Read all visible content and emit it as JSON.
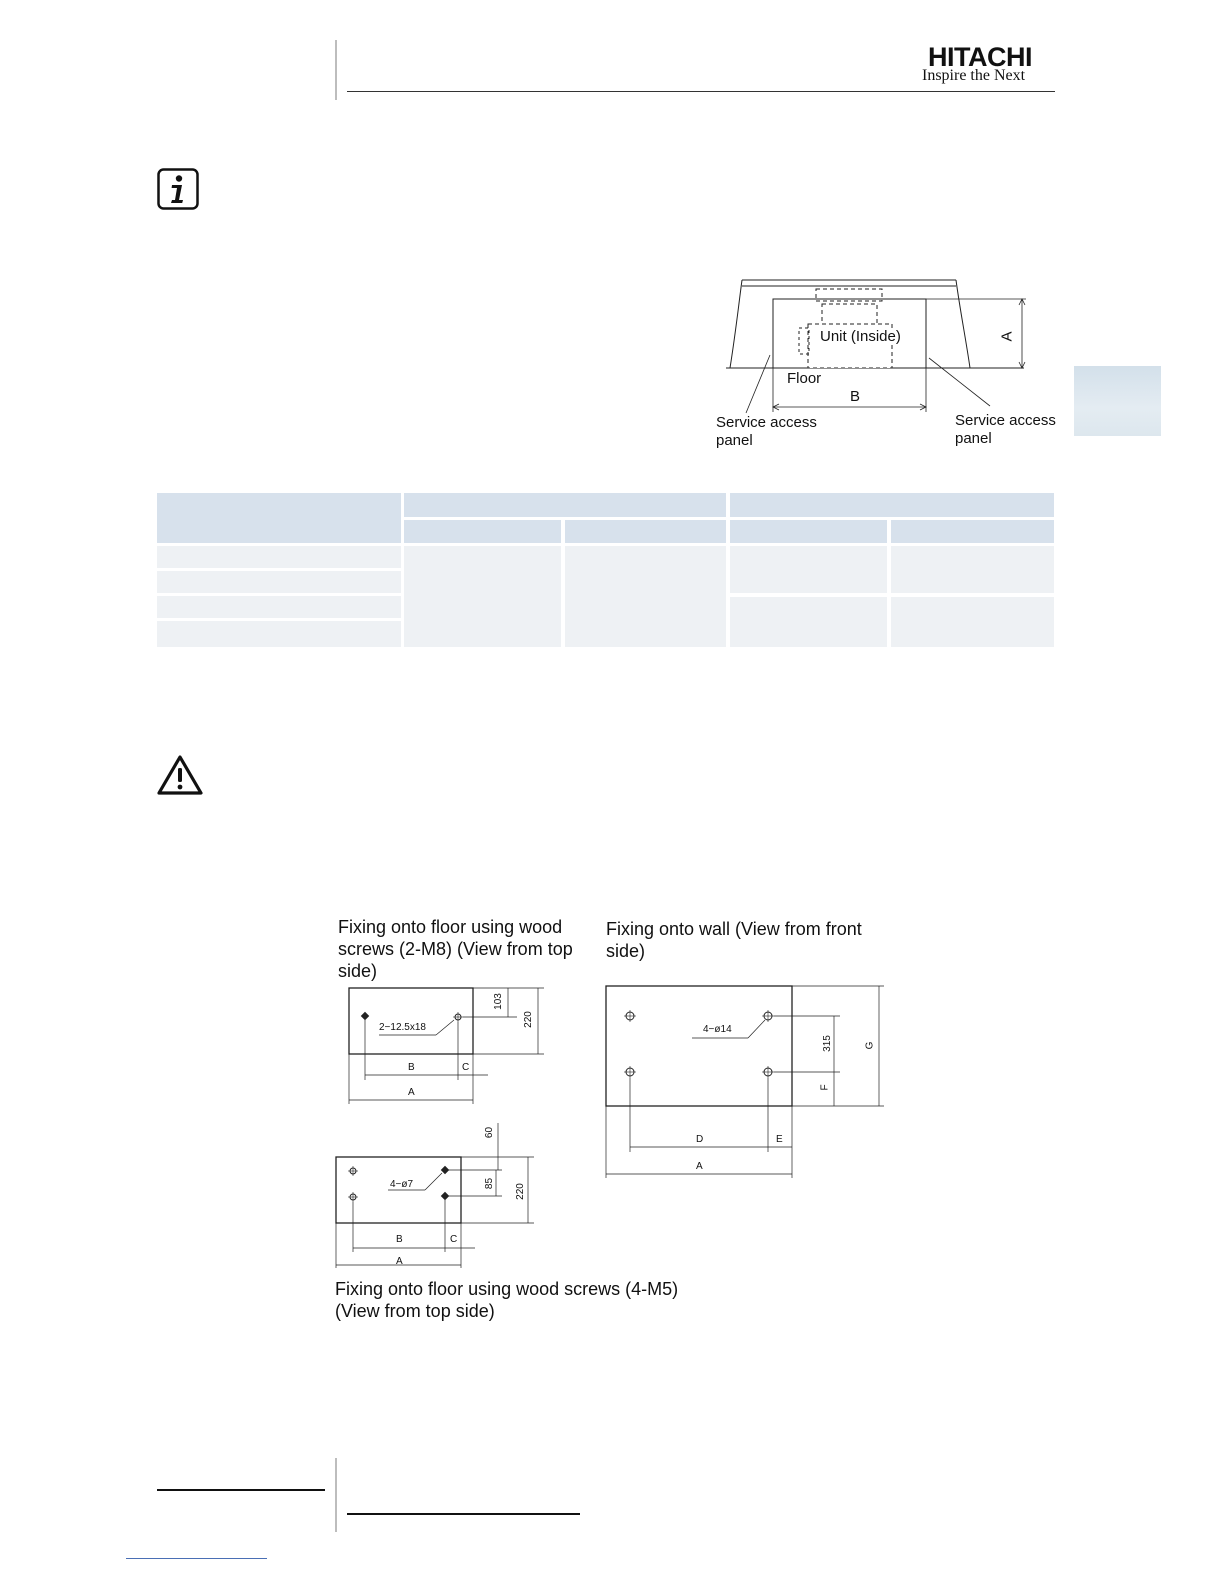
{
  "header": {
    "brand": "HITACHI",
    "tagline": "Inspire the Next"
  },
  "service_diagram": {
    "unit_label": "Unit (Inside)",
    "floor_label": "Floor",
    "dim_a": "A",
    "dim_b": "B",
    "service_panel_left": "Service access panel",
    "service_panel_right": "Service access panel"
  },
  "fixing_diagrams": {
    "floor_2m8": {
      "caption": "Fixing onto floor using wood screws (2-M8) (View from top side)",
      "hole_label": "2−12.5x18",
      "dim_103": "103",
      "dim_220": "220",
      "dim_a": "A",
      "dim_b": "B",
      "dim_c": "C"
    },
    "wall": {
      "caption": "Fixing onto wall (View from front side)",
      "hole_label": "4−ø14",
      "dim_315": "315",
      "dim_g": "G",
      "dim_f": "F",
      "dim_d": "D",
      "dim_e": "E",
      "dim_a": "A"
    },
    "floor_4m5": {
      "caption": "Fixing onto floor using wood screws (4-M5) (View from top side)",
      "hole_label": "4−ø7",
      "dim_60": "60",
      "dim_85": "85",
      "dim_220": "220",
      "dim_a": "A",
      "dim_b": "B",
      "dim_c": "C"
    }
  },
  "icons": {
    "info": "info-icon",
    "warning": "warning-icon"
  },
  "colors": {
    "table_header": "#d7e1ec",
    "table_body": "#eef1f4",
    "side_tab": "#d3e0ea"
  }
}
